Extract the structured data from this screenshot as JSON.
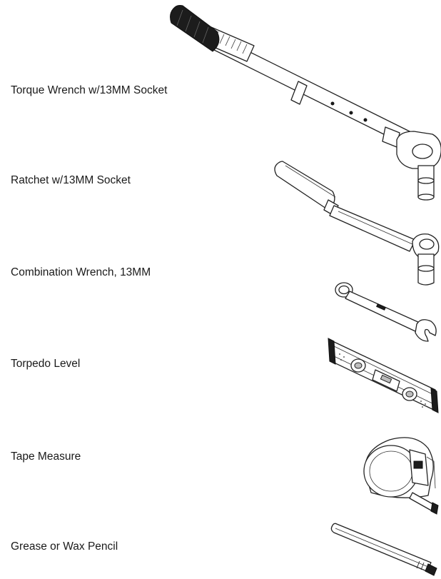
{
  "tools": [
    {
      "label": "Torque Wrench w/13MM Socket",
      "icon": "torque-wrench-icon"
    },
    {
      "label": "Ratchet w/13MM Socket",
      "icon": "ratchet-icon"
    },
    {
      "label": "Combination Wrench, 13MM",
      "icon": "combination-wrench-icon"
    },
    {
      "label": "Torpedo Level",
      "icon": "torpedo-level-icon"
    },
    {
      "label": "Tape Measure",
      "icon": "tape-measure-icon"
    },
    {
      "label": "Grease or Wax Pencil",
      "icon": "wax-pencil-icon"
    }
  ]
}
